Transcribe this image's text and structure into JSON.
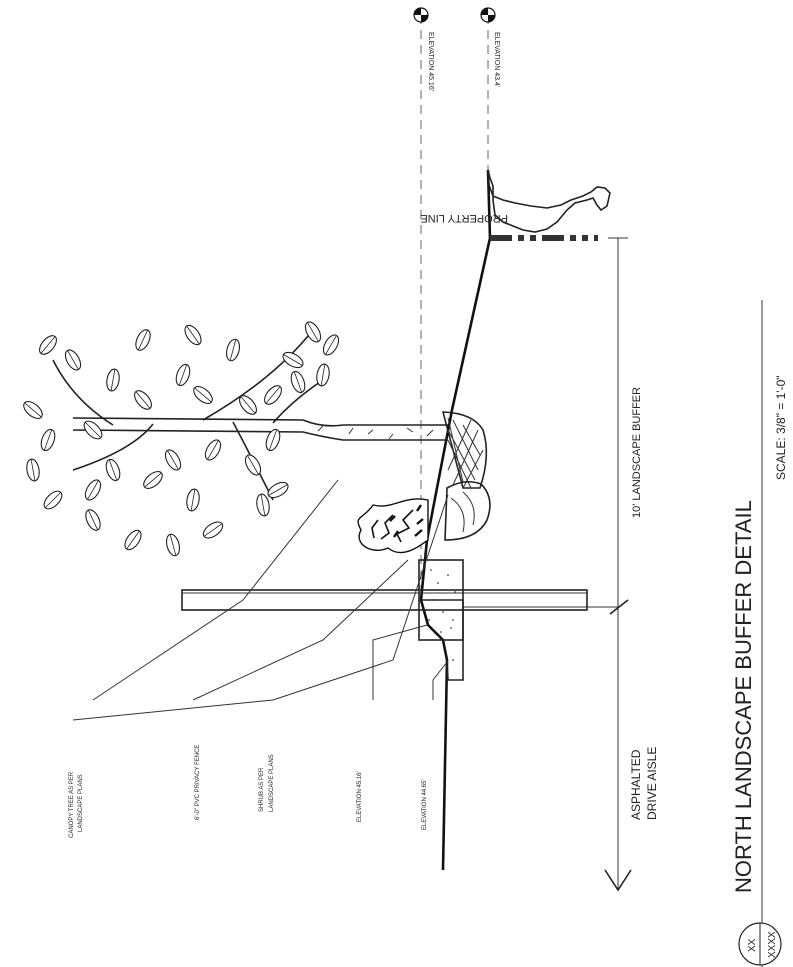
{
  "title": "NORTH LANDSCAPE BUFFER DETAIL",
  "scale": "SCALE: 3/8\" = 1'-0\"",
  "detail_tag": {
    "number": "XX",
    "sheet": "XXXX"
  },
  "labels": {
    "canopy_tree": [
      "CANOPY TREE AS PER",
      "LANDSCAPE PLANS"
    ],
    "fence": "6'-0\" PVC PRIVACY FENCE",
    "shrub": [
      "SHRUB AS PER",
      "LANDSCAPE PLANS"
    ],
    "elev_left_upper": "ELEVATION 45.16'",
    "elev_left_lower": "ELEVATION 44.65'",
    "elev_top_1": "ELEVATION 45.16'",
    "elev_top_2": "ELEVATION 43.4'",
    "property_line": "PROPERTY LINE",
    "buffer": "10' LANDSCAPE BUFFER",
    "drive_aisle": [
      "ASPHALTED",
      "DRIVE AISLE"
    ]
  }
}
